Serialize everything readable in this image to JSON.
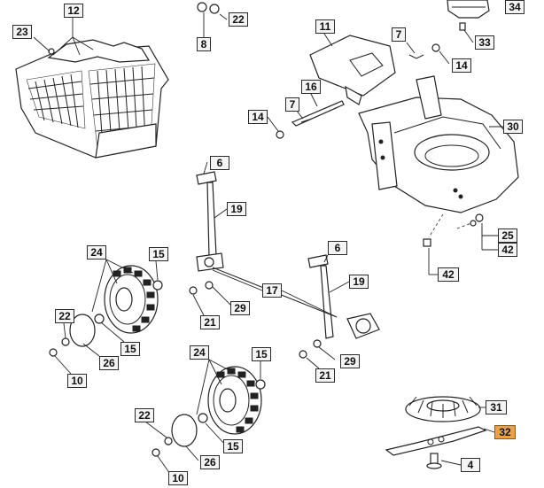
{
  "diagram": {
    "title": "Lawn mower exploded parts diagram",
    "highlight_color": "#e8a24a",
    "callouts": [
      {
        "id": "c12",
        "number": "12",
        "part": "grass-catcher-bag"
      },
      {
        "id": "c23",
        "number": "23",
        "part": "screw"
      },
      {
        "id": "c8",
        "number": "8",
        "part": "bolt"
      },
      {
        "id": "c22a",
        "number": "22",
        "part": "washer"
      },
      {
        "id": "c11",
        "number": "11",
        "part": "rear-flap"
      },
      {
        "id": "c7a",
        "number": "7",
        "part": "spring"
      },
      {
        "id": "c14a",
        "number": "14",
        "part": "nut"
      },
      {
        "id": "c34",
        "number": "34",
        "part": "motor"
      },
      {
        "id": "c33",
        "number": "33",
        "part": "screw"
      },
      {
        "id": "c16",
        "number": "16",
        "part": "rod"
      },
      {
        "id": "c7b",
        "number": "7",
        "part": "spring"
      },
      {
        "id": "c14b",
        "number": "14",
        "part": "nut"
      },
      {
        "id": "c30",
        "number": "30",
        "part": "deck"
      },
      {
        "id": "c6a",
        "number": "6",
        "part": "height-lever-grip"
      },
      {
        "id": "c19a",
        "number": "19",
        "part": "height-lever"
      },
      {
        "id": "c25",
        "number": "25",
        "part": "nut"
      },
      {
        "id": "c42a",
        "number": "42",
        "part": "screw"
      },
      {
        "id": "c42b",
        "number": "42",
        "part": "screw"
      },
      {
        "id": "c24a",
        "number": "24",
        "part": "wheel"
      },
      {
        "id": "c15a",
        "number": "15",
        "part": "nut"
      },
      {
        "id": "c6b",
        "number": "6",
        "part": "height-lever-grip"
      },
      {
        "id": "c17",
        "number": "17",
        "part": "axle"
      },
      {
        "id": "c19b",
        "number": "19",
        "part": "height-lever"
      },
      {
        "id": "c21a",
        "number": "21",
        "part": "bolt"
      },
      {
        "id": "c29a",
        "number": "29",
        "part": "washer"
      },
      {
        "id": "c22b",
        "number": "22",
        "part": "washer"
      },
      {
        "id": "c15b",
        "number": "15",
        "part": "nut"
      },
      {
        "id": "c26a",
        "number": "26",
        "part": "hub-cap"
      },
      {
        "id": "c10a",
        "number": "10",
        "part": "screw"
      },
      {
        "id": "c24b",
        "number": "24",
        "part": "wheel"
      },
      {
        "id": "c15c",
        "number": "15",
        "part": "nut"
      },
      {
        "id": "c29b",
        "number": "29",
        "part": "washer"
      },
      {
        "id": "c21b",
        "number": "21",
        "part": "bolt"
      },
      {
        "id": "c22c",
        "number": "22",
        "part": "washer"
      },
      {
        "id": "c15d",
        "number": "15",
        "part": "nut"
      },
      {
        "id": "c26b",
        "number": "26",
        "part": "hub-cap"
      },
      {
        "id": "c10b",
        "number": "10",
        "part": "screw"
      },
      {
        "id": "c31",
        "number": "31",
        "part": "fan"
      },
      {
        "id": "c32",
        "number": "32",
        "part": "blade",
        "highlighted": true
      },
      {
        "id": "c4",
        "number": "4",
        "part": "blade-bolt"
      }
    ]
  }
}
